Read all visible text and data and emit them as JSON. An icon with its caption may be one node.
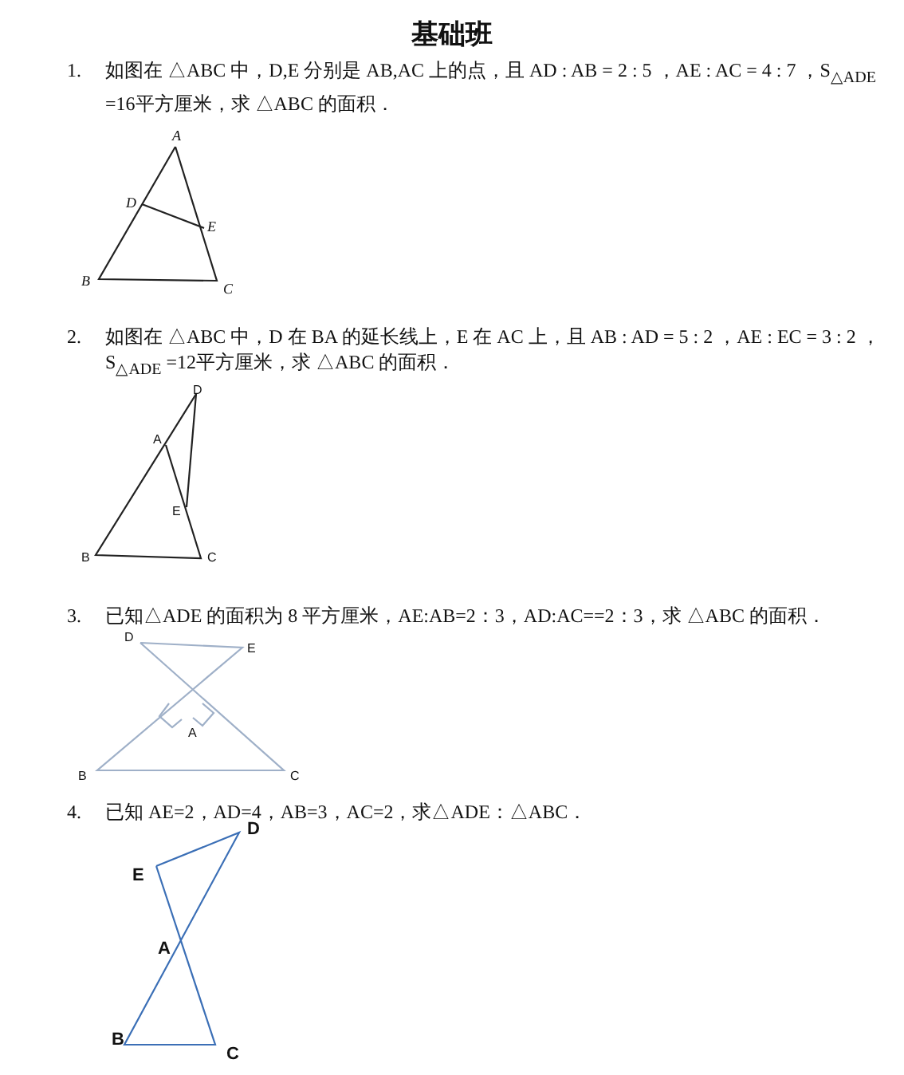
{
  "diagram": {
    "title": "基础班",
    "labels": [
      "1.",
      "如图在 △ABC 中，D,E 分别是 AB,AC 上的点，且 AD : AB = 2 : 5 ，AE : AC = 4 : 7 ，S$_{△ADE}$ =16平方厘米，求 △ABC 的面积．",
      "A",
      "D",
      "E",
      "B",
      "C",
      "2.",
      "如图在 △ABC 中，D 在 BA 的延长线上，E 在 AC 上，且 AB : AD = 5 : 2 ，AE : EC = 3 : 2 ，S$_{△ADE}$ =12平方厘米，求 △ABC 的面积．",
      "D",
      "A",
      "E",
      "B",
      "C",
      "3.",
      "已知△ADE 的面积为 8 平方厘米，AE:AB=2：3，AD:AC==2：3，求 △ABC 的面积．",
      "D",
      "E",
      "A",
      "B",
      "C",
      "4.",
      "已知 AE=2，AD=4，AB=3，AC=2，求△ADE：△ABC．",
      "D",
      "E",
      "A",
      "B",
      "C"
    ]
  }
}
